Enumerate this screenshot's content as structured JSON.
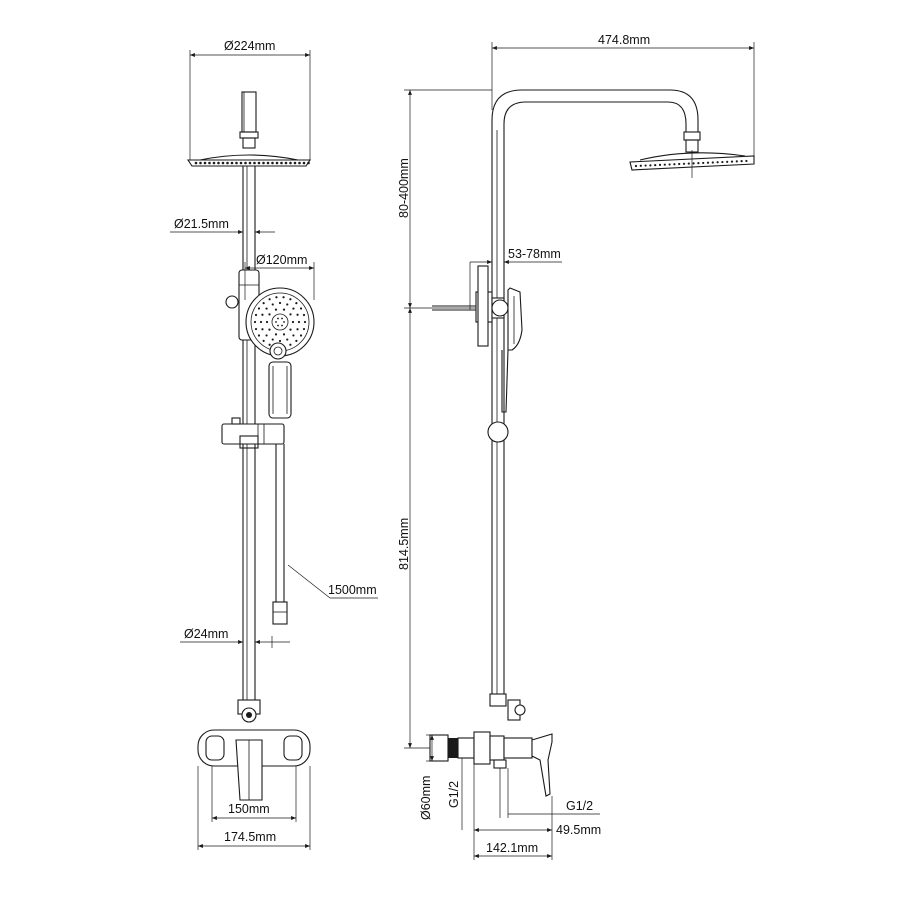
{
  "dimensions": {
    "head_diameter": "Ø224mm",
    "arm_diameter": "Ø21.5mm",
    "hand_shower_diameter": "Ø120mm",
    "hose_length": "1500mm",
    "pipe_diameter": "Ø24mm",
    "mixer_centers": "150mm",
    "mixer_width": "174.5mm",
    "arm_reach": "474.8mm",
    "height_adjust": "80-400mm",
    "slider_offset": "53-78mm",
    "riser_height": "814.5mm",
    "flange_diameter": "Ø60mm",
    "inlet_thread_left": "G1/2",
    "inlet_thread_right": "G1/2",
    "outlet_offset": "49.5mm",
    "mixer_depth": "142.1mm"
  },
  "colors": {
    "line": "#1a1a1a",
    "background": "#ffffff"
  }
}
